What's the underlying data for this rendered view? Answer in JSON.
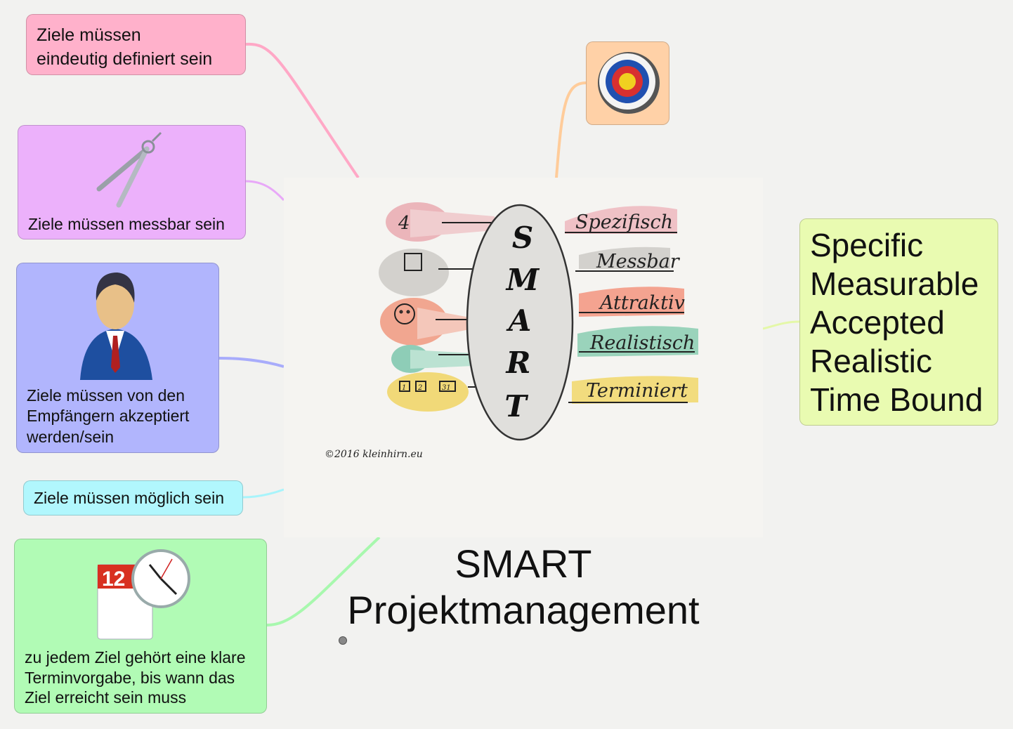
{
  "central": {
    "title_line1": "SMART",
    "title_line2": "Projektmanagement",
    "sketch": {
      "letters": [
        "S",
        "M",
        "A",
        "R",
        "T"
      ],
      "words": [
        "Spezifisch",
        "Messbar",
        "Attraktiv",
        "Realistisch",
        "Terminiert"
      ],
      "calendar_boxes": [
        "1",
        "2",
        "31"
      ],
      "four": "4",
      "copyright": "©2016 kleinhirn.eu"
    }
  },
  "nodes": {
    "specific": {
      "text_line1": "Ziele müssen",
      "text_line2": "eindeutig definiert sein",
      "color": "#ffb1cb"
    },
    "measurable": {
      "text": "Ziele müssen messbar sein",
      "icon": "compass-icon",
      "color": "#ecb1fb"
    },
    "accepted": {
      "text_line1": "Ziele müssen von den",
      "text_line2": "Empfängern akzeptiert",
      "text_line3": "werden/sein",
      "icon": "businessman-icon",
      "color": "#b1b5fd"
    },
    "realistic": {
      "text": "Ziele müssen möglich sein",
      "color": "#b1f7fd"
    },
    "timebound": {
      "text_line1": "zu jedem Ziel gehört eine klare",
      "text_line2": "Terminvorgabe, bis wann das",
      "text_line3": "Ziel erreicht sein muss",
      "icon": "calendar-clock-icon",
      "calendar_day": "12",
      "color": "#b1fbb5"
    },
    "goal": {
      "icon": "target-icon",
      "color": "#ffd1a7"
    },
    "acronym": {
      "lines": [
        "Specific",
        "Measurable",
        "Accepted",
        "Realistic",
        "Time Bound"
      ],
      "color": "#e9fbb1"
    }
  }
}
